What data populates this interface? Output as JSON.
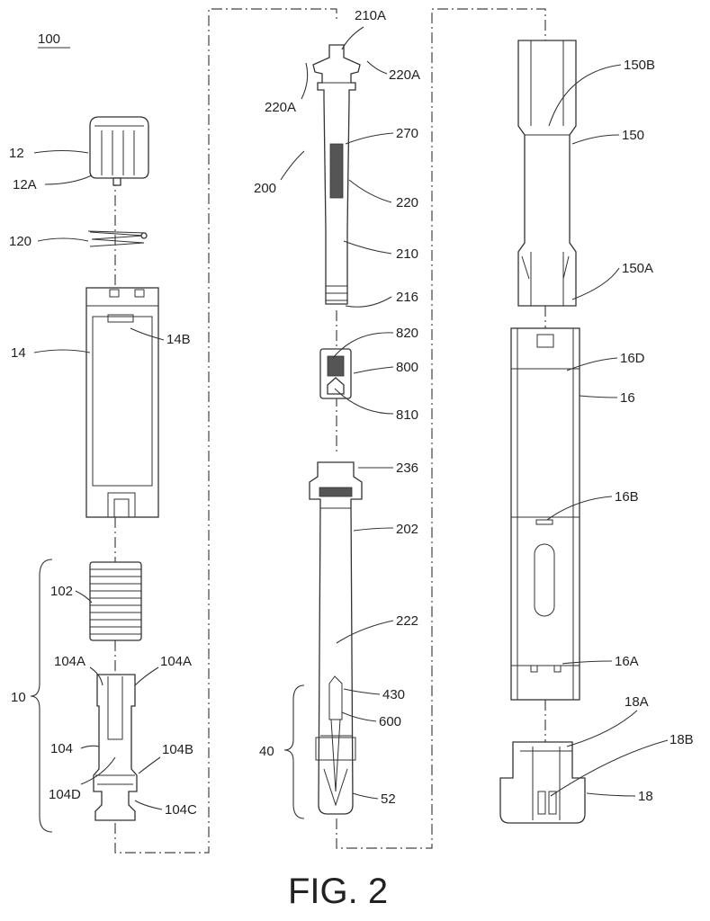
{
  "figure": {
    "title": "FIG. 2",
    "ref_main": "100"
  },
  "labels": {
    "l12": "12",
    "l12A": "12A",
    "l120": "120",
    "l14": "14",
    "l14B": "14B",
    "l102": "102",
    "l10": "10",
    "l104A_left": "104A",
    "l104A_right": "104A",
    "l104": "104",
    "l104B": "104B",
    "l104D": "104D",
    "l104C": "104C",
    "l210A": "210A",
    "l220A_left": "220A",
    "l220A_right": "220A",
    "l270": "270",
    "l200": "200",
    "l220": "220",
    "l210": "210",
    "l216": "216",
    "l820": "820",
    "l800": "800",
    "l810": "810",
    "l236": "236",
    "l202": "202",
    "l222": "222",
    "l430": "430",
    "l600": "600",
    "l40": "40",
    "l52": "52",
    "l150B": "150B",
    "l150": "150",
    "l150A": "150A",
    "l16D": "16D",
    "l16": "16",
    "l16B": "16B",
    "l16A": "16A",
    "l18A": "18A",
    "l18B": "18B",
    "l18": "18"
  }
}
